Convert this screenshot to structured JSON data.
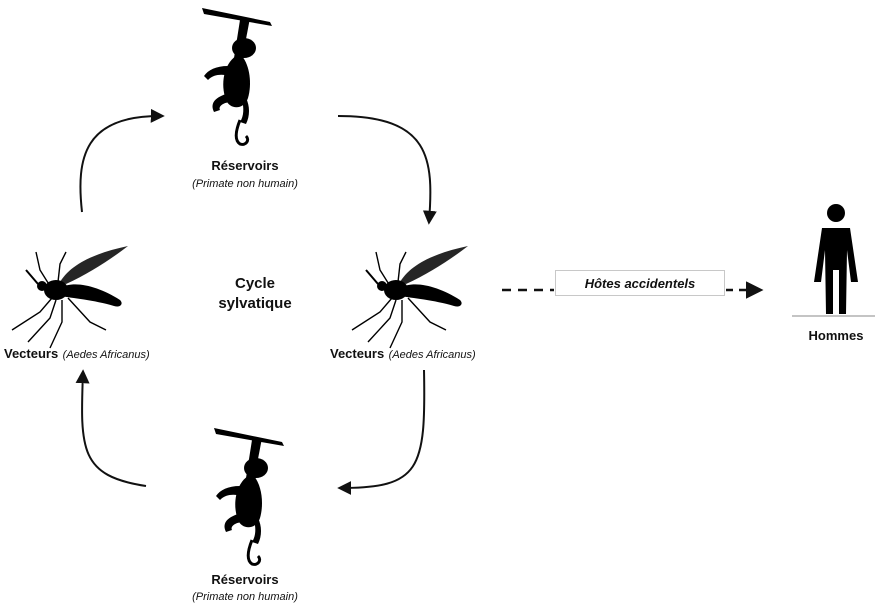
{
  "reservoir_top": {
    "title": "Réservoirs",
    "subtitle": "(Primate non humain)"
  },
  "reservoir_bottom": {
    "title": "Réservoirs",
    "subtitle": "(Primate non humain)"
  },
  "vector_left": {
    "title": "Vecteurs",
    "subtitle": "(Aedes Africanus)"
  },
  "vector_right": {
    "title": "Vecteurs",
    "subtitle": "(Aedes Africanus)"
  },
  "cycle_label": {
    "line1": "Cycle",
    "line2": "sylvatique"
  },
  "accidental_hosts": "Hôtes accidentels",
  "humans": "Hommes",
  "colors": {
    "silhouette": "#000000",
    "arrow": "#111111",
    "box_border": "#c8c8c8",
    "ground_line": "#888888"
  },
  "icons": [
    "monkey-icon",
    "mosquito-icon",
    "human-icon",
    "arrow"
  ]
}
